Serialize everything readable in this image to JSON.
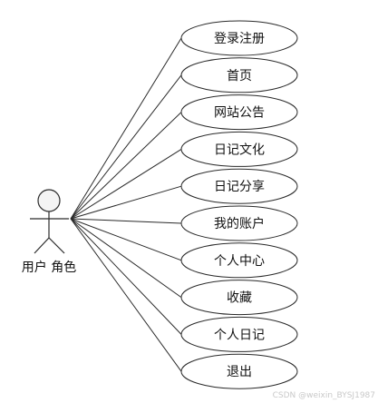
{
  "actor": {
    "label": "用户 角色"
  },
  "use_cases": [
    {
      "label": "登录注册"
    },
    {
      "label": "首页"
    },
    {
      "label": "网站公告"
    },
    {
      "label": "日记文化"
    },
    {
      "label": "日记分享"
    },
    {
      "label": "我的账户"
    },
    {
      "label": "个人中心"
    },
    {
      "label": "收藏"
    },
    {
      "label": "个人日记"
    },
    {
      "label": "退出"
    }
  ],
  "watermark": "CSDN @weixin_BYSJ1987"
}
